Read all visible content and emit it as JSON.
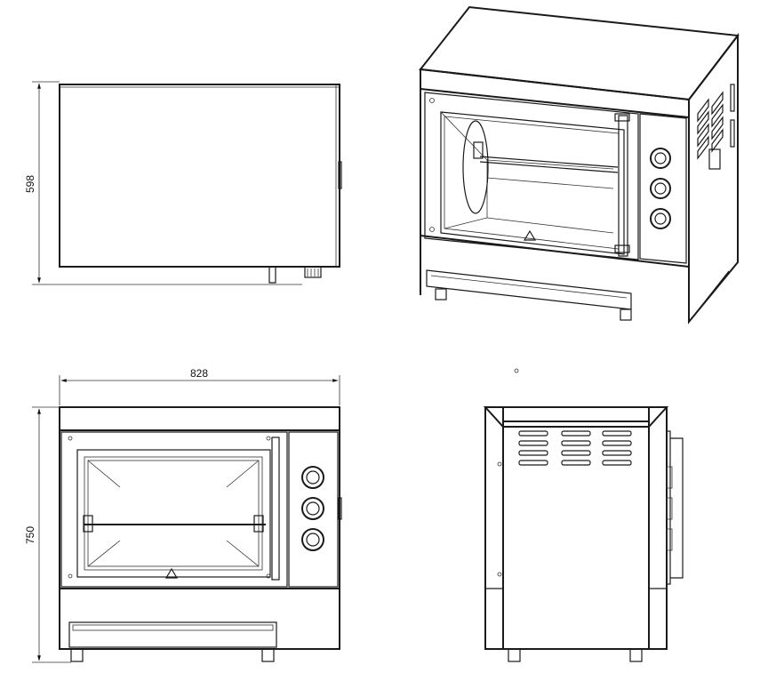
{
  "dimensions": {
    "height_top_view": "598",
    "width_front": "828",
    "height_front": "750"
  }
}
